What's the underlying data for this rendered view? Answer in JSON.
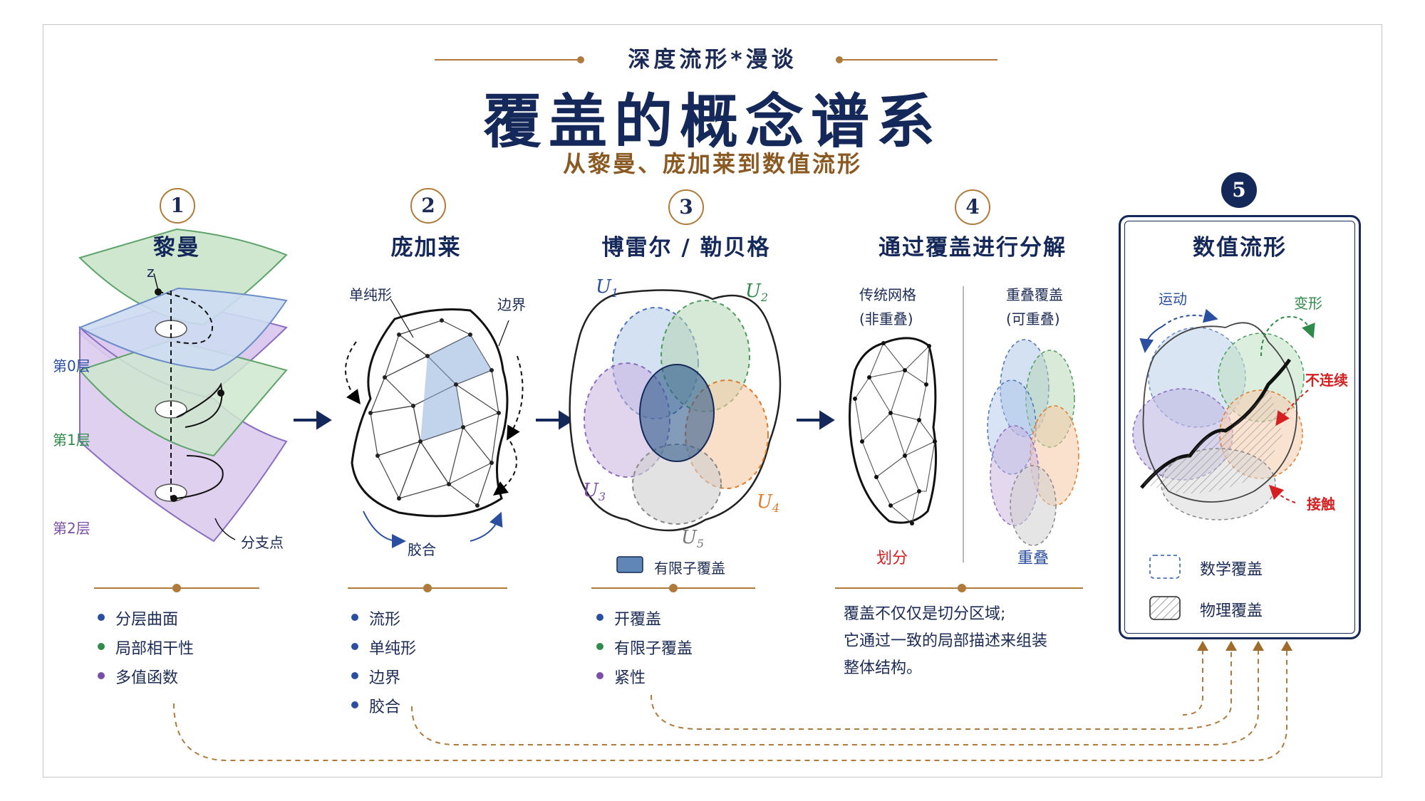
{
  "header": {
    "series": "深度流形*漫谈",
    "title": "覆盖的概念谱系",
    "subtitle": "从黎曼、庞加莱到数值流形"
  },
  "sections": [
    {
      "number": "1",
      "title": "黎曼",
      "labels": {
        "z": "z",
        "layer0": "第0层",
        "layer1": "第1层",
        "layer2": "第2层",
        "branch": "分支点"
      },
      "bullets": [
        "分层曲面",
        "局部相干性",
        "多值函数"
      ]
    },
    {
      "number": "2",
      "title": "庞加莱",
      "labels": {
        "simplex": "单纯形",
        "boundary": "边界",
        "glue": "胶合"
      },
      "bullets": [
        "流形",
        "单纯形",
        "边界",
        "胶合"
      ]
    },
    {
      "number": "3",
      "title": "博雷尔 / 勒贝格",
      "labels": {
        "u1": "U1",
        "u2": "U2",
        "u3": "U3",
        "u4": "U4",
        "u5": "U5",
        "legend": "有限子覆盖"
      },
      "bullets": [
        "开覆盖",
        "有限子覆盖",
        "紧性"
      ]
    },
    {
      "number": "4",
      "title": "通过覆盖进行分解",
      "labels": {
        "left_title": "传统网格",
        "left_sub": "(非重叠)",
        "left_caption": "划分",
        "right_title": "重叠覆盖",
        "right_sub": "(可重叠)",
        "right_caption": "重叠"
      },
      "description": [
        "覆盖不仅仅是切分区域;",
        "它通过一致的局部描述来组装",
        "整体结构。"
      ]
    },
    {
      "number": "5",
      "title": "数值流形",
      "labels": {
        "motion": "运动",
        "deform": "变形",
        "discontinuity": "不连续",
        "contact": "接触"
      },
      "legend": [
        "数学覆盖",
        "物理覆盖"
      ]
    }
  ],
  "colors": {
    "navy": "#14285a",
    "gold": "#b07a3a",
    "blue": "#2a4fa0",
    "green": "#2e8b4a",
    "purple": "#7a4fa8",
    "orange": "#e07a2a",
    "red": "#d42020"
  }
}
